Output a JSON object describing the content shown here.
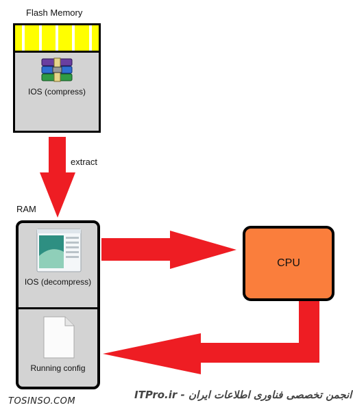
{
  "flash": {
    "title": "Flash Memory",
    "file_label": "IOS (compress)",
    "icon": "archive-icon"
  },
  "arrow_extract": {
    "label": "extract"
  },
  "ram": {
    "title": "RAM",
    "ios_label": "IOS (decompress)",
    "ios_icon": "application-window-icon",
    "config_label": "Running config",
    "config_icon": "document-icon"
  },
  "cpu": {
    "label": "CPU"
  },
  "watermarks": {
    "left": "TOSINSO.COM",
    "right": "ITPro.ir - انجمن تخصصی فناوری اطلاعات ایران"
  },
  "colors": {
    "arrow": "#ee1d23",
    "cpu": "#fa7e3c",
    "memory": "#d3d3d3",
    "flash_pins": "#ffff00"
  }
}
